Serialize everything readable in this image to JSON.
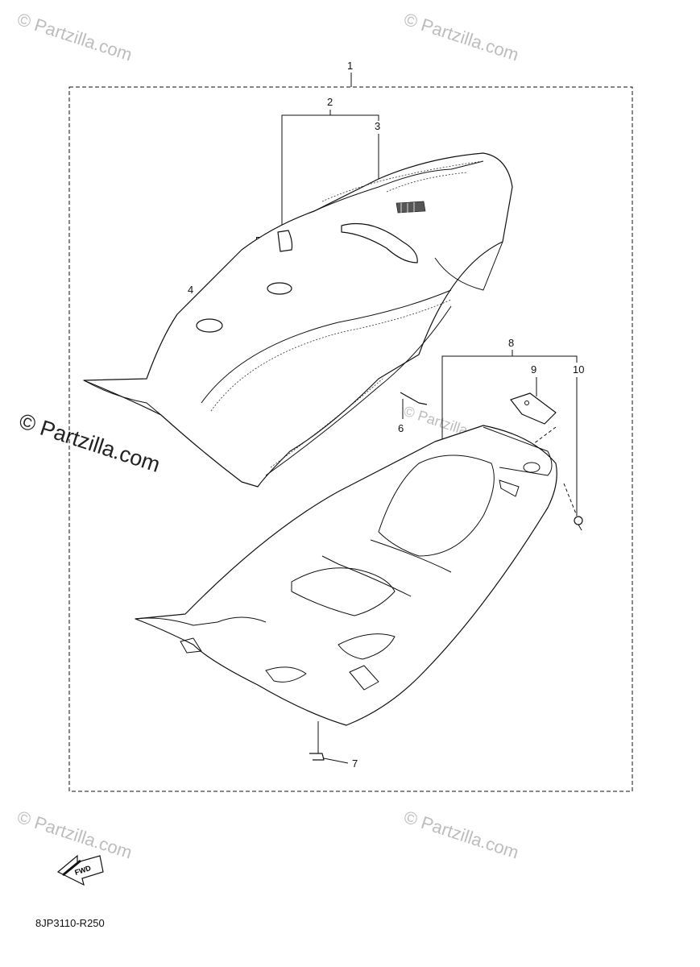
{
  "watermark": {
    "text": "© Partzilla.com"
  },
  "callouts": {
    "c1": "1",
    "c2": "2",
    "c3": "3",
    "c4": "4",
    "c5": "5",
    "c6": "6",
    "c7": "7",
    "c8": "8",
    "c9": "9",
    "c10": "10"
  },
  "fwd_label": "FWD",
  "diagram_code": "8JP3110-R250",
  "colors": {
    "line": "#111111",
    "watermark": "#bdbdbd",
    "background": "#ffffff"
  }
}
